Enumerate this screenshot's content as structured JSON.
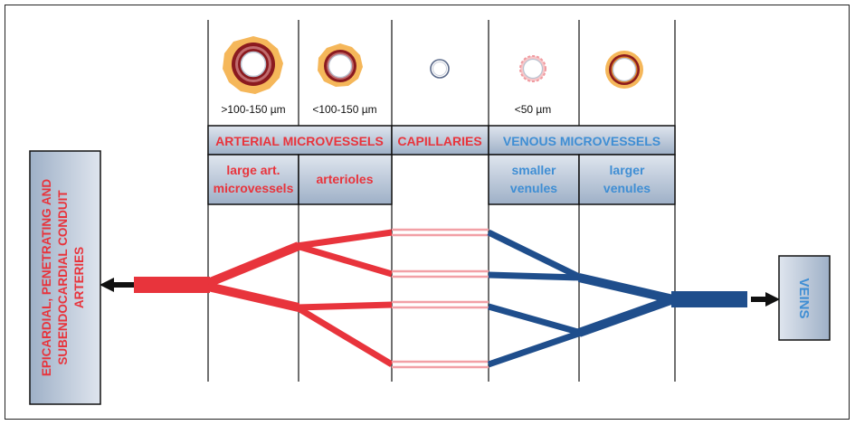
{
  "size_labels": {
    "large_arterial": ">100-150 µm",
    "arterioles": "<100-150 µm",
    "smaller_venules": "<50 µm"
  },
  "headers": {
    "arterial": "ARTERIAL MICROVESSELS",
    "capillaries": "CAPILLARIES",
    "venous": "VENOUS MICROVESSELS"
  },
  "subheaders": {
    "large_art_line1": "large art.",
    "large_art_line2": "microvessels",
    "arterioles": "arterioles",
    "smaller_venules_line1": "smaller",
    "smaller_venules_line2": "venules",
    "larger_venules_line1": "larger",
    "larger_venules_line2": "venules"
  },
  "left_box": {
    "line1": "EPICARDIAL, PENETRATING AND",
    "line2": "SUBENDOCARDIAL CONDUIT",
    "line3": "ARTERIES"
  },
  "right_box": {
    "label": "VEINS"
  },
  "colors": {
    "arterial_red": "#e8343c",
    "venous_blue": "#1f4e8c",
    "capillary_pink": "#f2a7ac",
    "box_fill_top": "#d7dde8",
    "box_fill_bottom": "#9fb0c6"
  }
}
